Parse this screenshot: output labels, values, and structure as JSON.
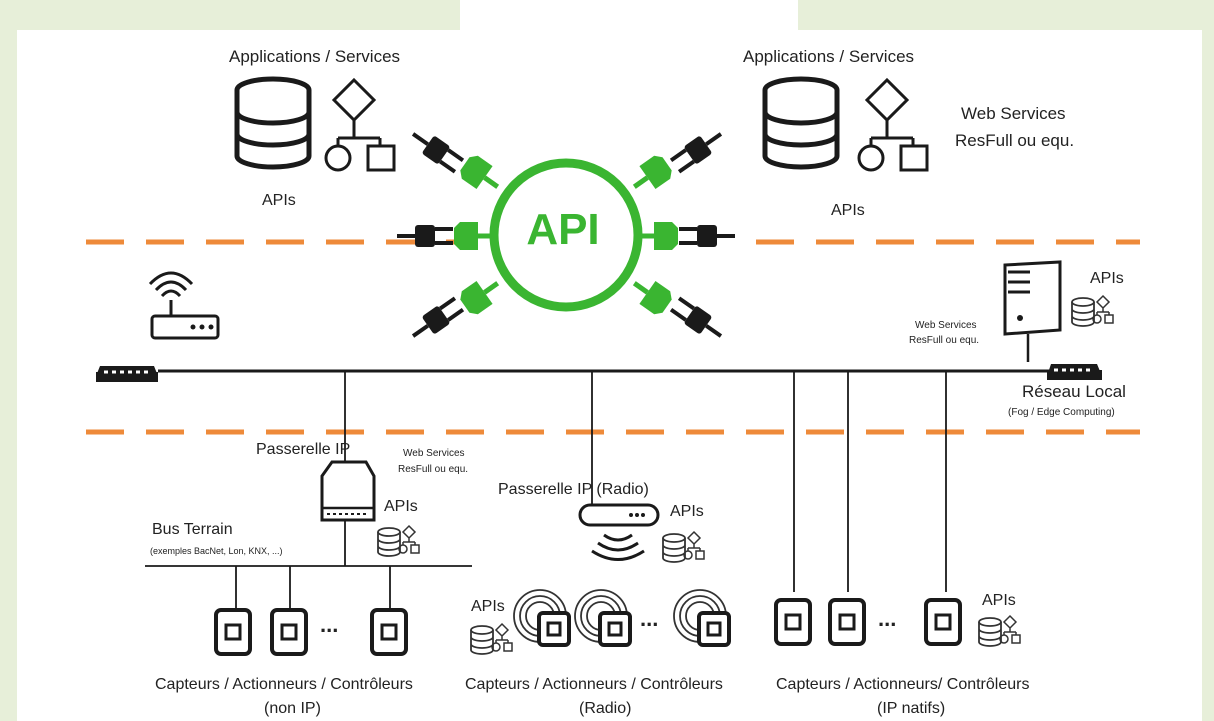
{
  "top_left": {
    "title": "Applications / Services",
    "apis": "APIs"
  },
  "top_right": {
    "title": "Applications / Services",
    "apis": "APIs",
    "ws_line1": "Web Services",
    "ws_line2": "ResFull ou equ."
  },
  "hub": {
    "label": "API"
  },
  "server": {
    "apis": "APIs",
    "ws_line1": "Web Services",
    "ws_line2": "ResFull ou equ."
  },
  "network": {
    "label": "Réseau Local",
    "sublabel": "(Fog / Edge Computing)"
  },
  "gateway_ip": {
    "label": "Passerelle  IP",
    "apis": "APIs",
    "ws_line1": "Web Services",
    "ws_line2": "ResFull ou equ."
  },
  "gateway_radio": {
    "label": "Passerelle  IP (Radio)",
    "apis": "APIs"
  },
  "bus": {
    "label": "Bus Terrain",
    "sublabel": "(exemples BacNet, Lon, KNX, ...)"
  },
  "radio_group": {
    "apis": "APIs"
  },
  "native_group": {
    "apis": "APIs"
  },
  "groups": {
    "non_ip": {
      "line1": "Capteurs / Actionneurs / Contrôleurs",
      "line2": "(non IP)"
    },
    "radio": {
      "line1": "Capteurs / Actionneurs / Contrôleurs",
      "line2": "(Radio)"
    },
    "ip_native": {
      "line1": "Capteurs / Actionneurs/ Contrôleurs",
      "line2": "(IP natifs)"
    }
  },
  "ellipsis": "...",
  "colors": {
    "accent_green": "#3ab531",
    "dash_orange": "#ee8a3a",
    "ink": "#1a1a1a"
  }
}
